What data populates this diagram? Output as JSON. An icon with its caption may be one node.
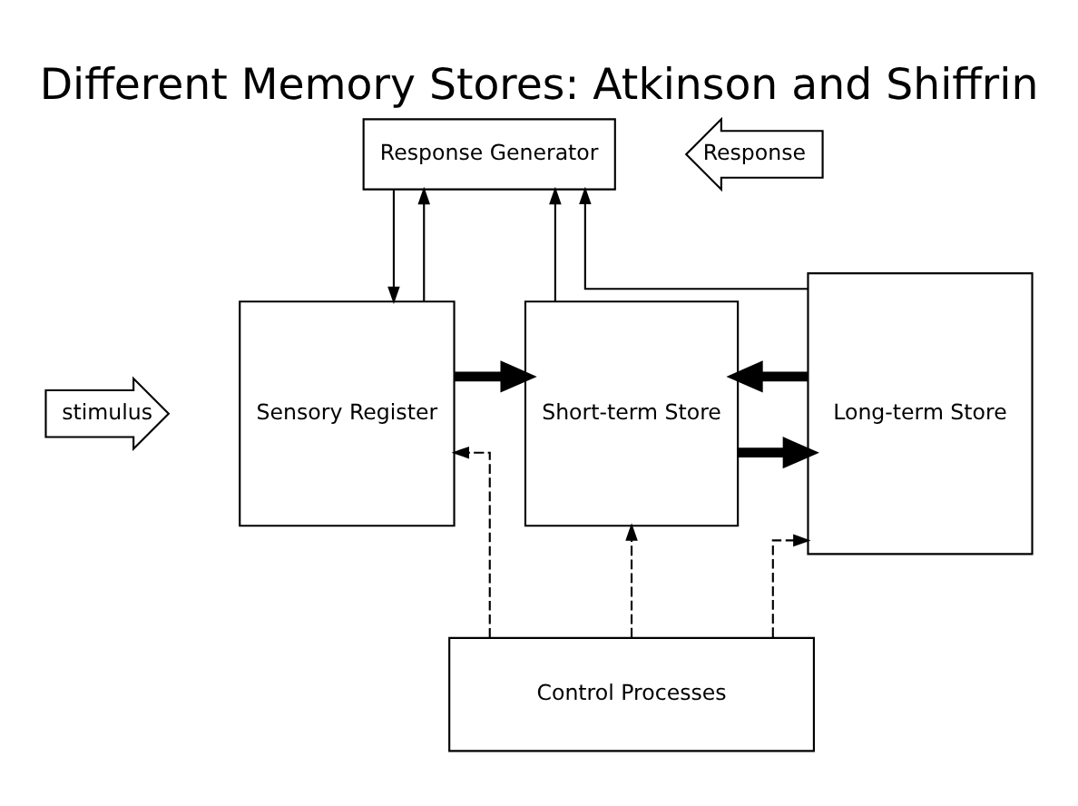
{
  "diagram": {
    "title": "Different Memory Stores: Atkinson and Shiffrin",
    "nodes": [
      {
        "text": [
          "Response Generator"
        ]
      },
      {
        "text": [
          "Response"
        ]
      },
      {
        "text": [
          "Long-term Store"
        ]
      },
      {
        "text": [
          "stimulus"
        ]
      },
      {
        "text": [
          "Sensory Register"
        ]
      },
      {
        "text": [
          "Short-term Store"
        ]
      },
      {
        "text": [
          "Control Processes"
        ]
      }
    ],
    "edges": [
      {
        "from": 4,
        "to": 0,
        "arrow": "to"
      },
      {
        "from": 0,
        "to": 4,
        "arrow": "to"
      },
      {
        "from": 5,
        "to": 0,
        "arrow": "to"
      },
      {
        "from": 2,
        "to": 0,
        "arrow": "to"
      },
      {
        "from": 4,
        "to": 5,
        "arrow": "to",
        "style": "thick"
      },
      {
        "from": 5,
        "to": 2,
        "arrow": "to",
        "style": "thick"
      },
      {
        "from": 2,
        "to": 5,
        "arrow": "to",
        "style": "thick"
      },
      {
        "from": 6,
        "to": 4,
        "arrow": "to",
        "style": "dashed"
      },
      {
        "from": 6,
        "to": 5,
        "arrow": "to",
        "style": "dashed"
      },
      {
        "from": 6,
        "to": 2,
        "arrow": "to",
        "style": "dashed"
      }
    ]
  }
}
